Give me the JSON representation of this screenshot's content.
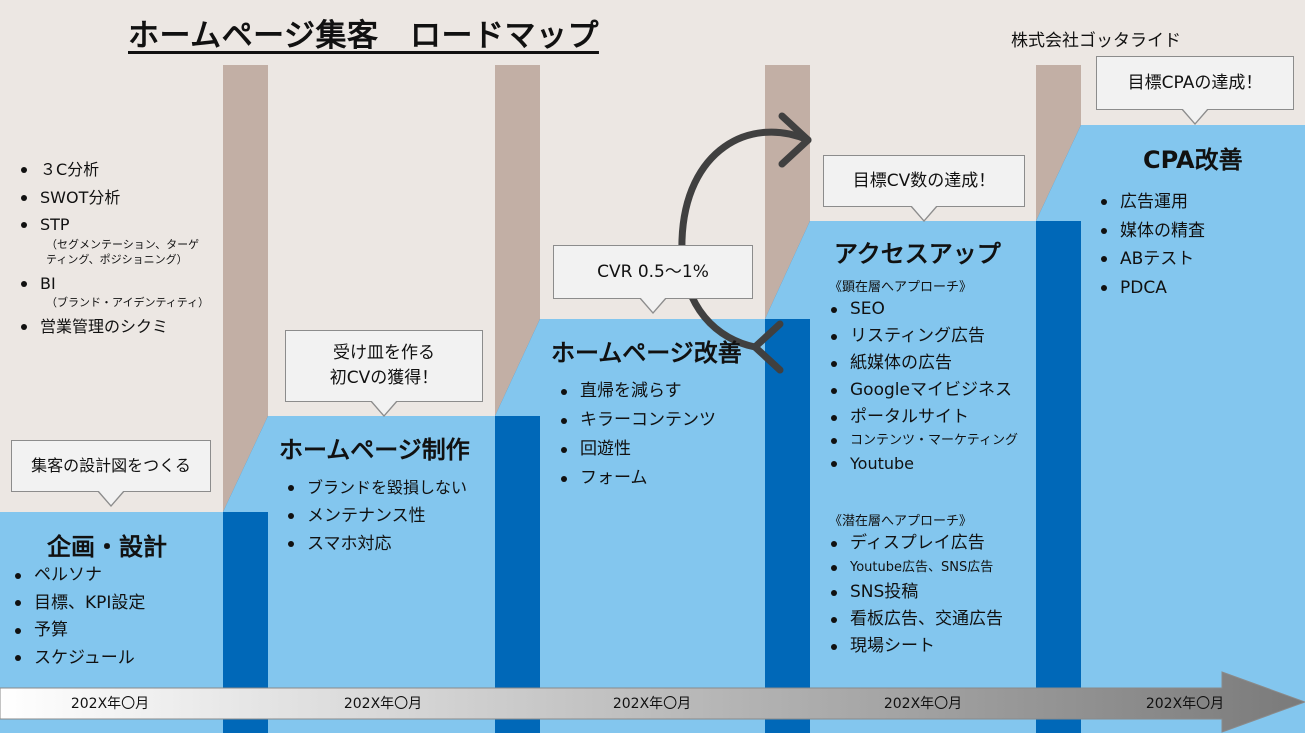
{
  "title": "ホームページ集客　ロードマップ",
  "company": "株式会社ゴッタライド",
  "pre_analysis": {
    "items": [
      "３C分析",
      "SWOT分析",
      "STP",
      "BI",
      "営業管理のシクミ"
    ],
    "stp_note": "（セグメンテーション、ターゲティング、ポジショニング）",
    "stp_note_line1": "（セグメンテーション、ターゲ",
    "stp_note_line2": "ティング、ポジショニング）",
    "bi_note": "（ブランド・アイデンティティ）"
  },
  "stages": [
    {
      "heading": "企画・設計",
      "callout": [
        "集客の設計図をつくる"
      ],
      "items": [
        "ペルソナ",
        "目標、KPI設定",
        "予算",
        "スケジュール"
      ],
      "date": "202X年〇月"
    },
    {
      "heading": "ホームページ制作",
      "callout": [
        "受け皿を作る",
        "初CVの獲得！"
      ],
      "items": [
        "ブランドを毀損しない",
        "メンテナンス性",
        "スマホ対応"
      ],
      "date": "202X年〇月"
    },
    {
      "heading": "ホームページ改善",
      "callout": [
        "CVR 0.5～1%"
      ],
      "items": [
        "直帰を減らす",
        "キラーコンテンツ",
        "回遊性",
        "フォーム"
      ],
      "date": "202X年〇月"
    },
    {
      "heading": "アクセスアップ",
      "callout": [
        "目標CV数の達成！"
      ],
      "group1_label": "《顕在層へアプローチ》",
      "group1_items": [
        "SEO",
        "リスティング広告",
        "紙媒体の広告",
        "Googleマイビジネス",
        "ポータルサイト",
        "コンテンツ・マーケティング",
        "Youtube"
      ],
      "group2_label": "《潜在層へアプローチ》",
      "group2_items": [
        "ディスプレイ広告",
        "Youtube広告、SNS広告",
        "SNS投稿",
        "看板広告、交通広告",
        "現場シート"
      ],
      "date": "202X年〇月"
    },
    {
      "heading": "CPA改善",
      "callout": [
        "目標CPAの達成！"
      ],
      "items": [
        "広告運用",
        "媒体の精査",
        "ABテスト",
        "PDCA"
      ],
      "date": "202X年〇月"
    }
  ],
  "colors": {
    "background": "#ece7e3",
    "pillar": "#c2afa5",
    "step_light": "#83c6ee",
    "step_dark": "#0068b8",
    "cycle_arrow": "#404040",
    "timeline_start": "#ffffff",
    "timeline_end": "#7a7a7a"
  },
  "icons": {
    "cycle": "circular-arrow-icon",
    "timeline": "right-arrow-icon"
  }
}
